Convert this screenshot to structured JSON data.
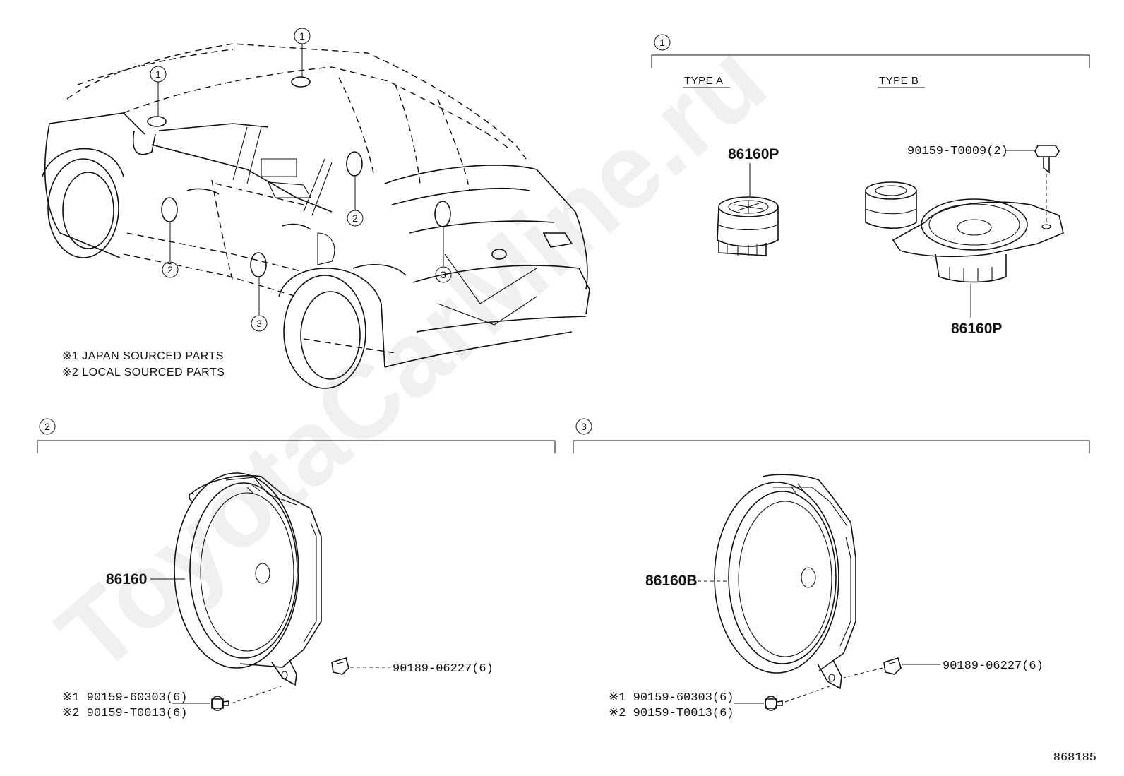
{
  "watermark": "ToyotaCarMine.ru",
  "diagram_id": "868185",
  "notes": {
    "japan": "※1 JAPAN SOURCED PARTS",
    "local": "※2 LOCAL SOURCED PARTS"
  },
  "callouts": {
    "one": "1",
    "two": "2",
    "three": "3"
  },
  "section1": {
    "type_a": "TYPE A",
    "type_b": "TYPE B",
    "part_a": "86160P",
    "part_b": "86160P",
    "screw": "90159-T0009(2)"
  },
  "section2": {
    "speaker": "86160",
    "clip": "90189-06227(6)",
    "screw_japan": "※1 90159-60303(6)",
    "screw_local": "※2 90159-T0013(6)"
  },
  "section3": {
    "speaker": "86160B",
    "clip": "90189-06227(6)",
    "screw_japan": "※1 90159-60303(6)",
    "screw_local": "※2 90159-T0013(6)"
  }
}
